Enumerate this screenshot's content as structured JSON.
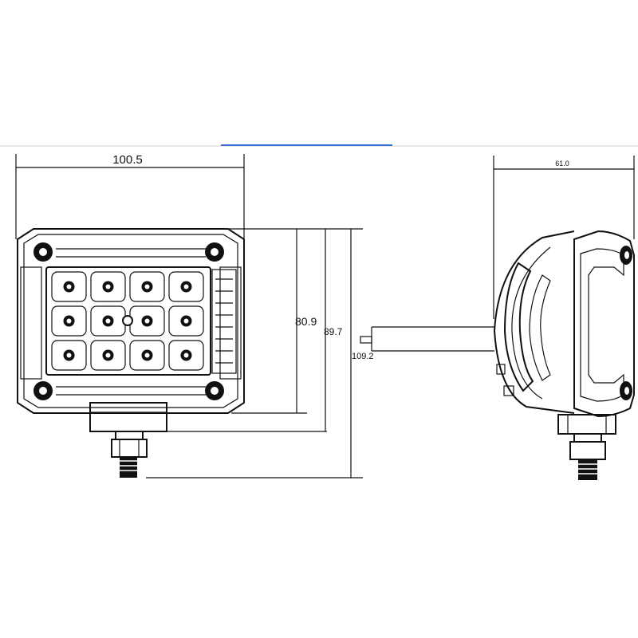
{
  "dimensions": {
    "width": "100.5",
    "height_inner": "80.9",
    "height_mid": "89.7",
    "height_total": "109.2",
    "depth": "61.0"
  },
  "colors": {
    "line": "#111111",
    "top_rule": "#cccccc",
    "accent_rule": "#3a6fd8",
    "background": "#ffffff"
  },
  "leds": {
    "rows": 3,
    "cols": 4
  },
  "icons": [
    "mounting-screw-icon",
    "led-lens-icon",
    "bolt-thread-icon"
  ]
}
